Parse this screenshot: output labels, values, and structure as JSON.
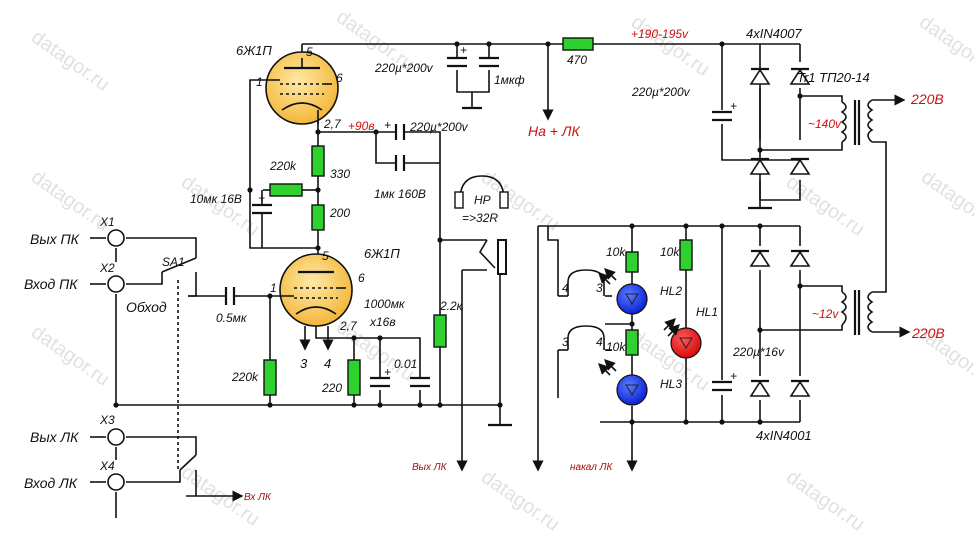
{
  "watermark": "datagor.ru",
  "tubes": {
    "v1": {
      "type": "6Ж1П",
      "pin5": "5",
      "pin6": "6",
      "pin1": "1"
    },
    "v2": {
      "type": "6Ж1П",
      "pin5": "5",
      "pin6": "6",
      "pin1": "1",
      "pin3": "3",
      "pin4": "4"
    }
  },
  "labels": {
    "cap_220u_200v_top": "220µ*200v",
    "cap_1mkf": "1мкф",
    "res_470": "470",
    "voltage_190": "+190-195v",
    "na_lk": "На + ЛК",
    "diodes_top": "4xIN4007",
    "transformer": "Tr1  ТП20-14",
    "v220_top": "220В",
    "cap_220u_200v_right": "220µ*200v",
    "v140": "~140v",
    "pin_27_top": "2,7",
    "voltage_90": "+90в",
    "cap_220u_200v_mid": "220µ*200v",
    "res_330": "330",
    "res_220k_top": "220k",
    "cap_1mk_160v": "1мк 160В",
    "cap_10mk_16v": "10мк 16В",
    "res_200": "200",
    "hp": "HP",
    "hp_imp": "=>32R",
    "x1": "X1",
    "vyh_pk": "Вых ПК",
    "x2": "X2",
    "vhod_pk": "Вход ПК",
    "sa1": "SA1",
    "obhod": "Обход",
    "cap_05mk": "0.5мк",
    "res_220k_bot": "220k",
    "pin_27_bot": "2,7",
    "cap_1000mk": "1000мк",
    "cap_x16v": "x16в",
    "res_220": "220",
    "cap_001": "0.01",
    "res_22k": "2.2к",
    "x3": "X3",
    "vyh_lk": "Вых ЛК",
    "x4": "X4",
    "vhod_lk": "Вход ЛК",
    "vx_lk": "Вх ЛК",
    "vyh_lk_bottom": "Вых ЛК",
    "nakal_lk": "накал ЛК",
    "res_10k_a": "10k",
    "res_10k_b": "10k",
    "res_10k_c": "10k",
    "hl2": "HL2",
    "hl1": "HL1",
    "hl3": "HL3",
    "v12": "~12v",
    "cap_220u_16v": "220µ*16v",
    "v220_bot": "220В",
    "diodes_bot": "4xIN4001",
    "sock_4a": "4",
    "sock_3a": "3",
    "sock_3b": "3",
    "sock_4b": "4",
    "plus": "+"
  }
}
